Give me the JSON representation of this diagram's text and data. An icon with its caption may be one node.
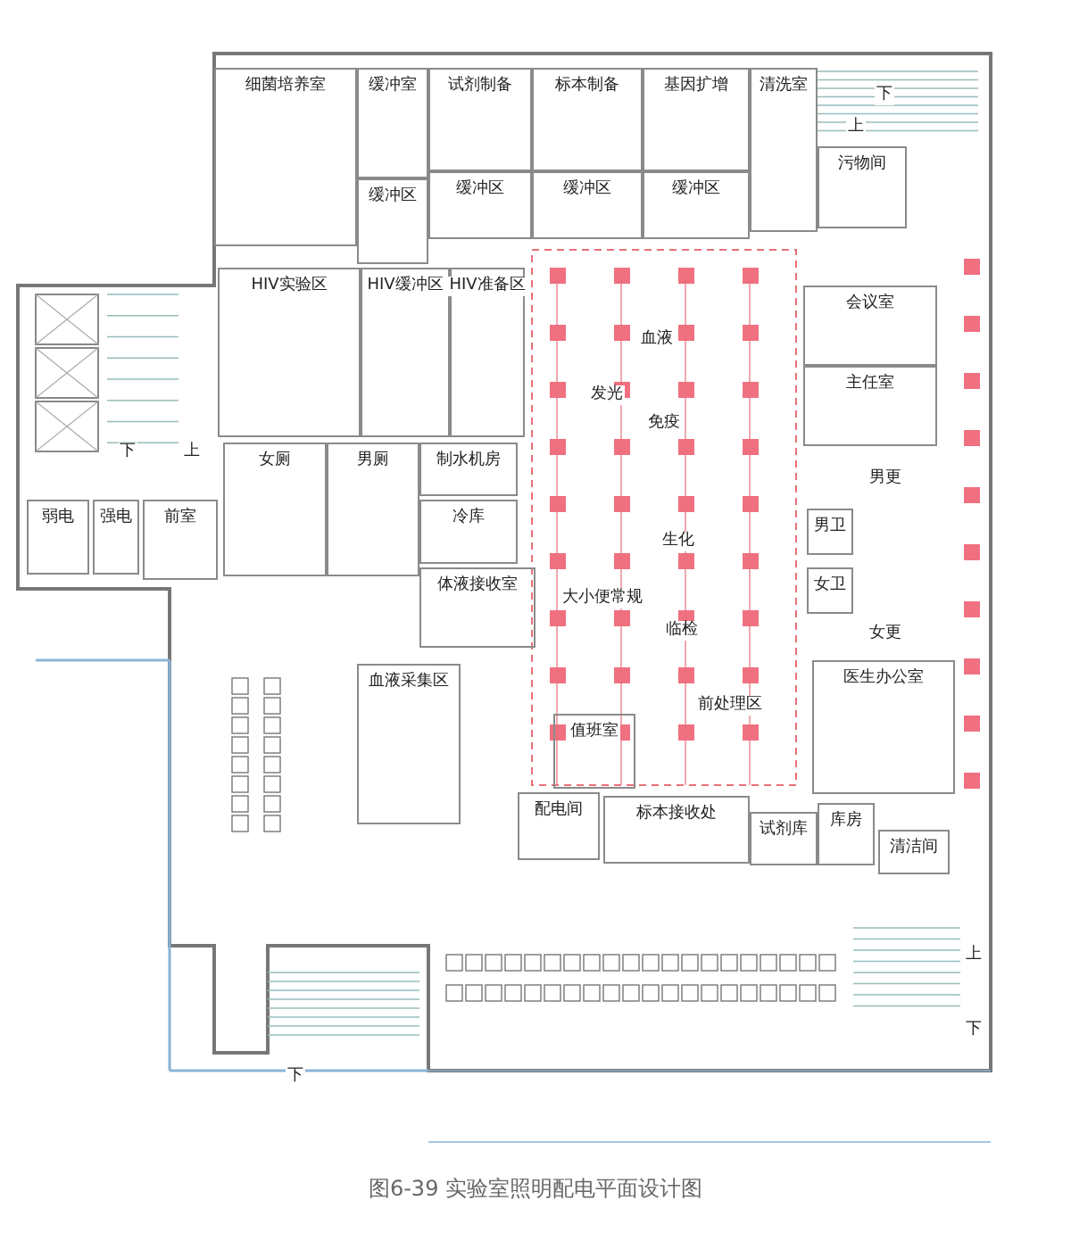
{
  "diagram": {
    "caption": "图6-39 实验室照明配电平面设计图",
    "nodes": [
      {
        "text": [
          "细菌培养室"
        ]
      },
      {
        "text": [
          "缓冲室"
        ]
      },
      {
        "text": [
          "缓冲区"
        ]
      },
      {
        "text": [
          "试剂制备"
        ]
      },
      {
        "text": [
          "缓冲区"
        ]
      },
      {
        "text": [
          "标本制备"
        ]
      },
      {
        "text": [
          "缓冲区"
        ]
      },
      {
        "text": [
          "基因扩增"
        ]
      },
      {
        "text": [
          "缓冲区"
        ]
      },
      {
        "text": [
          "清洗室"
        ]
      },
      {
        "text": [
          "污物间"
        ]
      },
      {
        "text": [
          "HIV实验区"
        ]
      },
      {
        "text": [
          "HIV缓冲区"
        ]
      },
      {
        "text": [
          "HIV准备区"
        ]
      },
      {
        "text": [
          "会议室"
        ]
      },
      {
        "text": [
          "主任室"
        ]
      },
      {
        "text": [
          "弱电"
        ]
      },
      {
        "text": [
          "强电"
        ]
      },
      {
        "text": [
          "前室"
        ]
      },
      {
        "text": [
          "女厕"
        ]
      },
      {
        "text": [
          "男厕"
        ]
      },
      {
        "text": [
          "制水机房"
        ]
      },
      {
        "text": [
          "冷库"
        ]
      },
      {
        "text": [
          "男卫"
        ]
      },
      {
        "text": [
          "女卫"
        ]
      },
      {
        "text": [
          "体液接收室"
        ]
      },
      {
        "text": [
          "血液采集区"
        ]
      },
      {
        "text": [
          "医生办公室"
        ]
      },
      {
        "text": [
          "值班室"
        ]
      },
      {
        "text": [
          "配电间"
        ]
      },
      {
        "text": [
          "标本接收处"
        ]
      },
      {
        "text": [
          "库房"
        ]
      },
      {
        "text": [
          "试剂库"
        ]
      },
      {
        "text": [
          "清洁间"
        ]
      }
    ],
    "labels": [
      "下",
      "上",
      "血液",
      "发光",
      "免疫",
      "下",
      "上",
      "男更",
      "生化",
      "大小便常规",
      "临检",
      "女更",
      "前处理区",
      "上",
      "下",
      "下"
    ]
  }
}
